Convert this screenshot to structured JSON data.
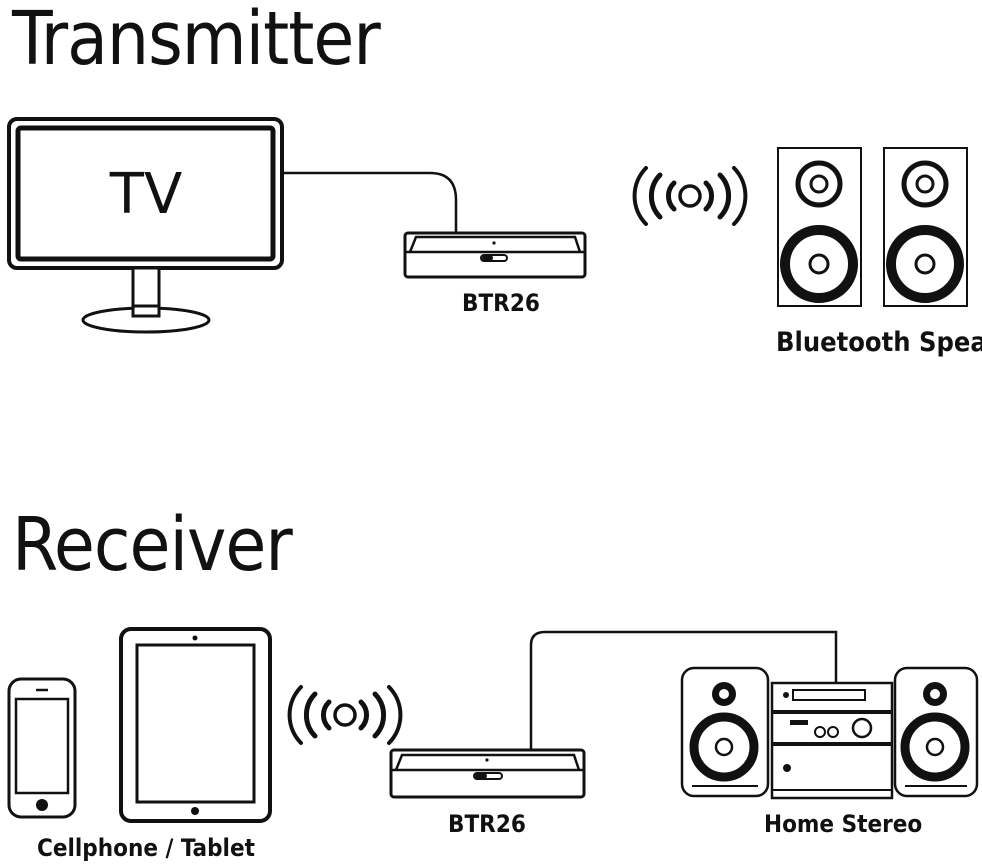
{
  "transmitter": {
    "title": "Transmitter",
    "tv_label": "TV",
    "device_label": "BTR26",
    "speaker_label": "Bluetooth Speaker"
  },
  "receiver": {
    "title": "Receiver",
    "phone_tablet_label": "Cellphone / Tablet",
    "device_label": "BTR26",
    "stereo_label": "Home Stereo"
  }
}
